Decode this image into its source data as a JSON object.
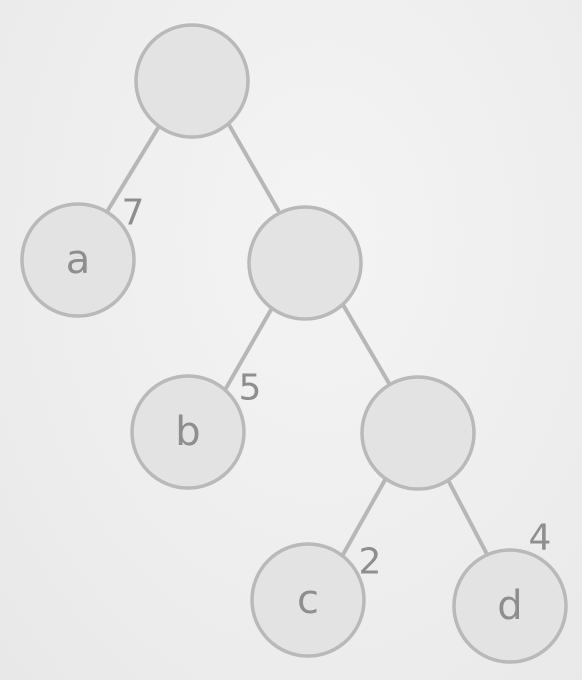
{
  "tree": {
    "root": {
      "label": ""
    },
    "internal_1": {
      "label": ""
    },
    "internal_2": {
      "label": ""
    },
    "leaves": [
      {
        "label": "a",
        "weight": "7"
      },
      {
        "label": "b",
        "weight": "5"
      },
      {
        "label": "c",
        "weight": "2"
      },
      {
        "label": "d",
        "weight": "4"
      }
    ]
  },
  "colors": {
    "background": "#efefef",
    "node_fill": "#e3e3e3",
    "node_stroke": "#b9b9b9",
    "edge": "#b7b7b7",
    "text": "#8e8e8e"
  }
}
